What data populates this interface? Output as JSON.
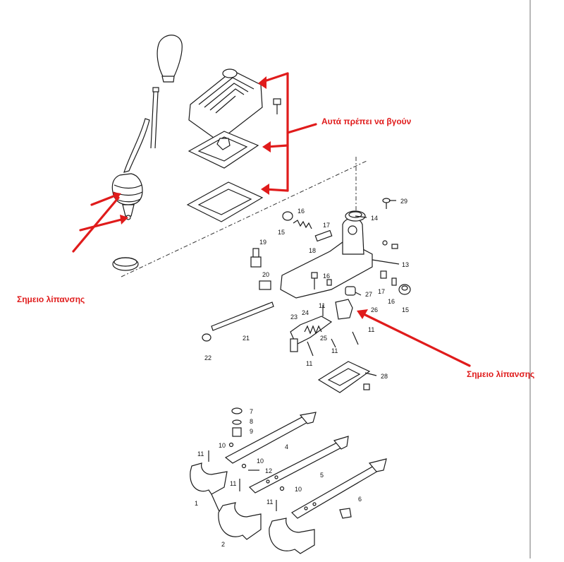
{
  "annotations": {
    "remove_note": "Αυτά πρέπει να βγούν",
    "lube_point_left": "Σημειο λίπανσης",
    "lube_point_right": "Σημειο λίπανσης"
  },
  "part_numbers": {
    "p1": "1",
    "p2": "2",
    "p4": "4",
    "p5": "5",
    "p6": "6",
    "p7": "7",
    "p8": "8",
    "p9": "9",
    "p10a": "10",
    "p10b": "10",
    "p10c": "10",
    "p11a": "11",
    "p11b": "11",
    "p11c": "11",
    "p11d": "11",
    "p11e": "11",
    "p11f": "11",
    "p11g": "11",
    "p12": "12",
    "p13": "13",
    "p14": "14",
    "p15a": "15",
    "p15b": "15",
    "p16a": "16",
    "p16b": "16",
    "p16c": "16",
    "p17a": "17",
    "p17b": "17",
    "p18": "18",
    "p19": "19",
    "p20": "20",
    "p21": "21",
    "p22": "22",
    "p23": "23",
    "p24": "24",
    "p25": "25",
    "p26": "26",
    "p27": "27",
    "p28": "28",
    "p29": "29"
  },
  "colors": {
    "annotation": "#e01b1b",
    "line_art": "#1a1a1a",
    "frame": "#7a7a7a"
  }
}
